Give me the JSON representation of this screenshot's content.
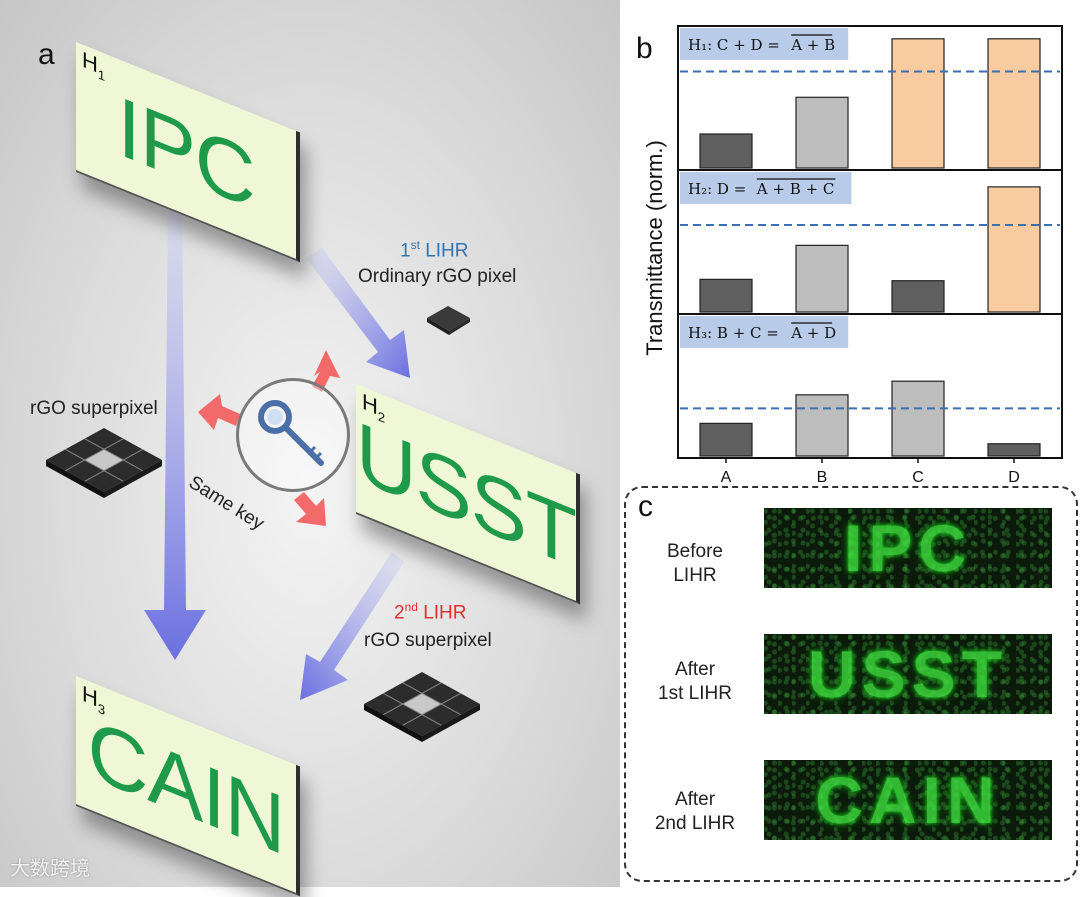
{
  "panel_a": {
    "label": "a",
    "h1": {
      "base": "H",
      "sub": "1",
      "word": "IPC"
    },
    "h2": {
      "base": "H",
      "sub": "2",
      "word": "USST"
    },
    "h3": {
      "base": "H",
      "sub": "3",
      "word": "CAIN"
    },
    "lihr1": {
      "num": "1",
      "sup": "st",
      "rest": " LIHR",
      "desc": "Ordinary rGO pixel"
    },
    "lihr2": {
      "num": "2",
      "sup": "nd",
      "rest": " LIHR",
      "desc": "rGO superpixel"
    },
    "superpixel_label": "rGO superpixel",
    "same_key": "Same key",
    "colors": {
      "word": "#1f9a4a",
      "board": "#eff7d7",
      "arrow": "#7b7fe0",
      "red_arrow": "#f26a6a",
      "lihr1": "#2e75b6",
      "lihr2": "#e03030"
    },
    "icons": [
      "key-icon",
      "magnifier-icon",
      "pixel-icon",
      "superpixel-grid-icon"
    ]
  },
  "panel_b": {
    "label": "b",
    "ylabel": "Transmittance (norm.)"
  },
  "chart_data": {
    "type": "bar",
    "categories": [
      "A",
      "B",
      "C",
      "D"
    ],
    "ylabel": "Transmittance (norm.)",
    "ylim": [
      0,
      1
    ],
    "subplots": [
      {
        "equation": "H₁: C + D = A + B",
        "overline": "A + B",
        "lhs": "H₁: C + D = ",
        "values": [
          0.25,
          0.52,
          0.95,
          0.95
        ],
        "states": [
          "low",
          "mid",
          "high",
          "high"
        ],
        "threshold": 0.71
      },
      {
        "equation": "H₂: D = A + B + C",
        "overline": "A + B + C",
        "lhs": "H₂: D = ",
        "values": [
          0.24,
          0.49,
          0.23,
          0.92
        ],
        "states": [
          "low",
          "mid",
          "low",
          "high"
        ],
        "threshold": 0.64
      },
      {
        "equation": "H₃: B + C = A + D",
        "overline": "A + D",
        "lhs": "H₃: B + C = ",
        "values": [
          0.24,
          0.45,
          0.55,
          0.09
        ],
        "states": [
          "low",
          "mid",
          "mid",
          "low"
        ],
        "threshold": 0.35
      }
    ],
    "colors": {
      "low": "#5f5f5f",
      "mid": "#bdbdbd",
      "high": "#f8cba1",
      "threshold": "#3a6fb4",
      "label_bg": "#b8cbe8"
    },
    "grid": false
  },
  "panel_c": {
    "label": "c",
    "rows": [
      {
        "label1": "Before",
        "label2": "LIHR",
        "image_text": "IPC"
      },
      {
        "label1": "After",
        "label2": "1st LIHR",
        "image_text": "USST"
      },
      {
        "label1": "After",
        "label2": "2nd LIHR",
        "image_text": "CAIN"
      }
    ]
  },
  "watermark": "大数跨境"
}
